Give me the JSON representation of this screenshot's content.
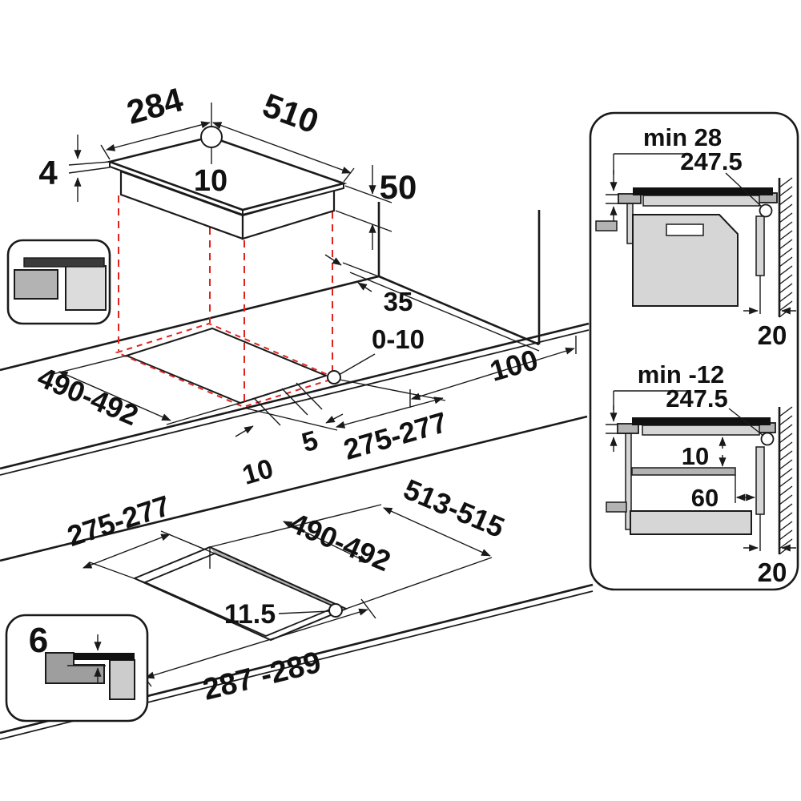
{
  "colors": {
    "line": "#1a1a1a",
    "projection_red": "#e0211d",
    "glass_black": "#111111",
    "gray_medium": "#b3b3b3",
    "gray_light": "#d6d6d6",
    "inset_dark_bar": "#3a3a3a"
  },
  "hob_isometric": {
    "width": "284",
    "depth": "510",
    "glass_thickness": "4",
    "body_height": "50",
    "gland_offset": "10"
  },
  "cutout_top_view": {
    "cutout_depth": "490-492",
    "cutout_width": "275-277",
    "wall_clearance": "35",
    "corner_radius": "0-10",
    "front_clearance": "100",
    "edge_offset_10": "10",
    "edge_offset_5": "5"
  },
  "flush_cutout_view": {
    "cutout_width": "275-277",
    "outer_length": "513-515",
    "inner_length": "490-492",
    "corner_radius": "11.5",
    "outer_width": "287 -289"
  },
  "flush_inset_detail": {
    "recess_depth": "6"
  },
  "side_section_top": {
    "min_worktop_thickness": "min 28",
    "cable_position": "247.5",
    "wall_gap": "20"
  },
  "side_section_bottom": {
    "min_clearance": "min -12",
    "cable_position": "247.5",
    "shelf_gap": "10",
    "shelf_setback": "60",
    "wall_gap": "20"
  }
}
